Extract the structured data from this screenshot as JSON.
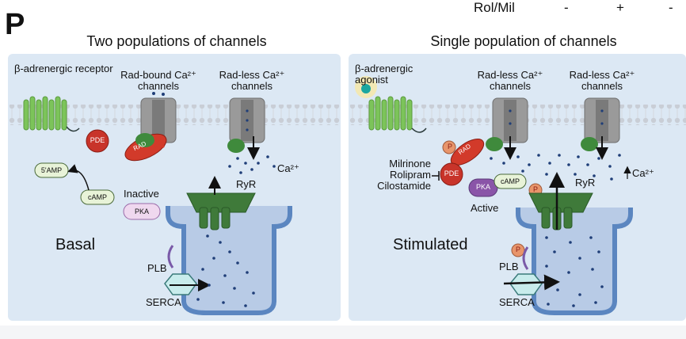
{
  "panel_label": "P",
  "treatment": {
    "label": "Rol/Mil",
    "values": [
      "-",
      "+",
      "-"
    ]
  },
  "left": {
    "title": "Two populations of channels",
    "receptor": "β-adrenergic receptor",
    "rad_bound": "Rad-bound Ca²⁺ channels",
    "rad_less": "Rad-less Ca²⁺ channels",
    "rad": "RAD",
    "pde": "PDE",
    "amp5": "5'AMP",
    "camp": "cAMP",
    "inactive": "Inactive",
    "pka": "PKA",
    "ryr": "RyR",
    "ca": "Ca²⁺",
    "state": "Basal",
    "plb": "PLB",
    "serca": "SERCA"
  },
  "right": {
    "title": "Single population of channels",
    "agonist": "β-adrenergic agonist",
    "rad_less_1": "Rad-less Ca²⁺ channels",
    "rad_less_2": "Rad-less Ca²⁺ channels",
    "rad": "RAD",
    "p": "P",
    "inhibitors": [
      "Milrinone",
      "Rolipram",
      "Cilostamide"
    ],
    "pde": "PDE",
    "pka": "PKA",
    "camp": "cAMP",
    "active": "Active",
    "ryr": "RyR",
    "ca": "Ca²⁺",
    "state": "Stimulated",
    "plb": "PLB",
    "serca": "SERCA"
  },
  "colors": {
    "panel_bg": "#dce8f4",
    "channel": "#9a9a9a",
    "receptor": "#7cc45a",
    "rad": "#d23a2a",
    "pde": "#c8342a",
    "pka_inactive": "#efd8ef",
    "pka_active": "#8a55a8",
    "camp": "#e8f3d8",
    "sr_tube": "#5b86c0",
    "phospho": "#e8956b",
    "ryr": "#3f7a3a",
    "calcium_dot": "#1f3e78"
  }
}
